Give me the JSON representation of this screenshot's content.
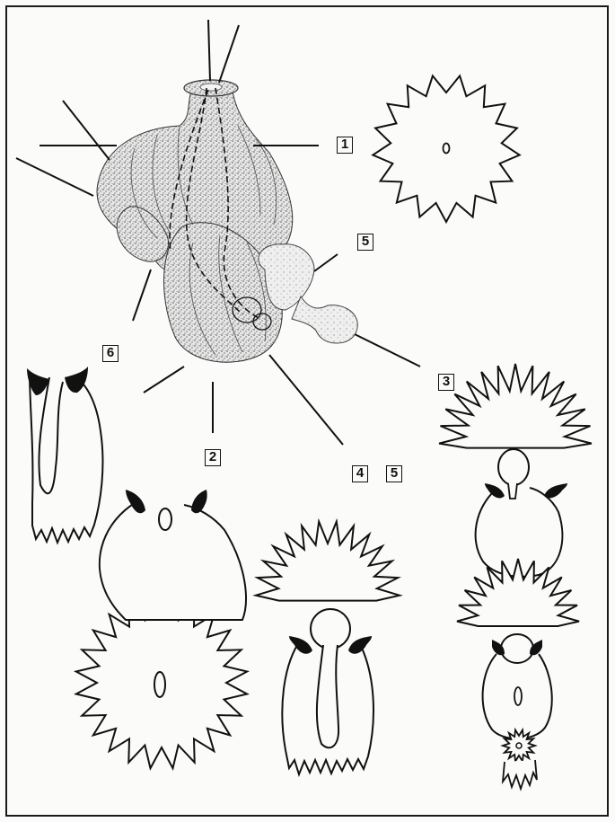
{
  "labels": {
    "l1": "1",
    "l2": "2",
    "l3": "3",
    "l4": "4",
    "l5_top": "5",
    "l5_bottom": "5",
    "l6": "6"
  },
  "colors": {
    "ink": "#111111",
    "paper": "#fbfbfa",
    "stipple": "#777777",
    "frame": "#1a1a1a"
  }
}
